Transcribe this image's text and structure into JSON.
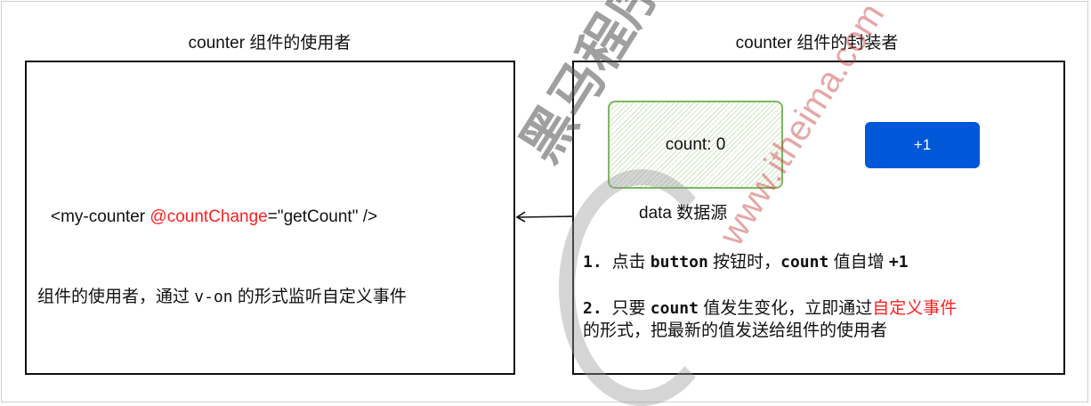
{
  "left": {
    "title": "counter 组件的使用者",
    "code_prefix": "<my-counter ",
    "code_event": "@countChange",
    "code_suffix": "=\"getCount\" />",
    "desc_a": "组件的使用者，通过 ",
    "desc_code": "v-on",
    "desc_b": " 的形式监听自定义事件"
  },
  "right": {
    "title": "counter 组件的封装者",
    "data_box": "count: 0",
    "data_label": "data 数据源",
    "button": "+1",
    "step1_a": "1. ",
    "step1_b": "点击 ",
    "step1_code1": "button",
    "step1_c": " 按钮时，",
    "step1_code2": "count",
    "step1_d": " 值自增 ",
    "step1_code3": "+1",
    "step2_a": "2. ",
    "step2_b": "只要 ",
    "step2_code": "count",
    "step2_c": " 值发生变化，立即通过",
    "step2_red": "自定义事件",
    "step2_line2": "的形式，把最新的值发送给组件的使用者"
  },
  "watermark": {
    "brand": "黑马程序员",
    "url": "www.itheima.com"
  },
  "colors": {
    "accent_red": "#ff2020",
    "button_blue": "#0057d8",
    "data_green": "#7cb862"
  }
}
